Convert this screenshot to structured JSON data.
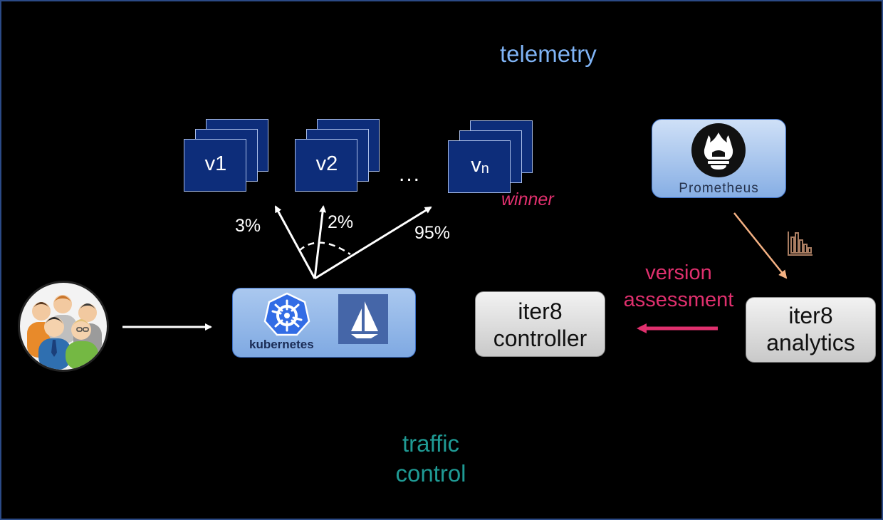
{
  "labels": {
    "telemetry": "telemetry",
    "traffic_control": "traffic control",
    "winner": "winner",
    "version_assessment": "version assessment",
    "ellipsis": "..."
  },
  "versions": [
    {
      "label": "v1"
    },
    {
      "label": "v2"
    },
    {
      "label": "v",
      "subscript": "n"
    }
  ],
  "traffic_split": [
    {
      "percent": "3%"
    },
    {
      "percent": "2%"
    },
    {
      "percent": "95%"
    }
  ],
  "kubernetes": {
    "label": "kubernetes"
  },
  "prometheus": {
    "label": "Prometheus"
  },
  "iter8_controller": {
    "line1": "iter8",
    "line2": "controller"
  },
  "iter8_analytics": {
    "line1": "iter8",
    "line2": "analytics"
  },
  "colors": {
    "background": "#000000",
    "telemetry": "#7fb3f5",
    "traffic_control": "#1f9a94",
    "accent_pink": "#e0306e",
    "version_card": "#0d2d7a",
    "metrics_arrow": "#f4b183"
  },
  "icons": [
    "users-group-icon",
    "kubernetes-icon",
    "istio-icon",
    "prometheus-icon",
    "bar-chart-icon"
  ]
}
